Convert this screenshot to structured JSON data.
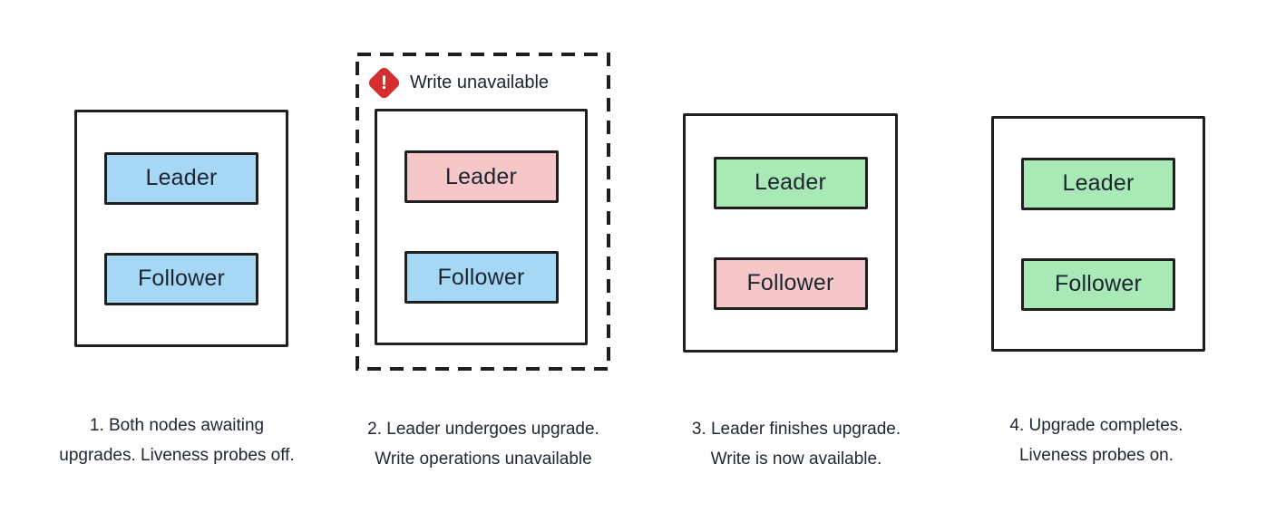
{
  "colors": {
    "background": "#ffffff",
    "ink": "#1f1f1f",
    "text": "#212733",
    "node_blue": "#a6d8f6",
    "node_pink": "#f6c7c9",
    "node_green": "#a9e9b6",
    "alert_red": "#d62e2e"
  },
  "panels": [
    {
      "step": "1",
      "boundary": "solid",
      "nodes": [
        {
          "label": "Leader",
          "color": "node_blue"
        },
        {
          "label": "Follower",
          "color": "node_blue"
        }
      ],
      "caption_lines": [
        "1. Both nodes awaiting",
        "upgrades. Liveness probes off."
      ]
    },
    {
      "step": "2",
      "boundary": "dashed",
      "badge": {
        "icon": "alert-diamond-icon",
        "glyph": "!",
        "label": "Write unavailable"
      },
      "nodes": [
        {
          "label": "Leader",
          "color": "node_pink"
        },
        {
          "label": "Follower",
          "color": "node_blue"
        }
      ],
      "caption_lines": [
        "2. Leader undergoes upgrade.",
        "Write operations unavailable"
      ]
    },
    {
      "step": "3",
      "boundary": "solid",
      "nodes": [
        {
          "label": "Leader",
          "color": "node_green"
        },
        {
          "label": "Follower",
          "color": "node_pink"
        }
      ],
      "caption_lines": [
        "3. Leader finishes upgrade.",
        "Write is now available."
      ]
    },
    {
      "step": "4",
      "boundary": "solid",
      "nodes": [
        {
          "label": "Leader",
          "color": "node_green"
        },
        {
          "label": "Follower",
          "color": "node_green"
        }
      ],
      "caption_lines": [
        "4. Upgrade completes.",
        "Liveness probes on."
      ]
    }
  ]
}
